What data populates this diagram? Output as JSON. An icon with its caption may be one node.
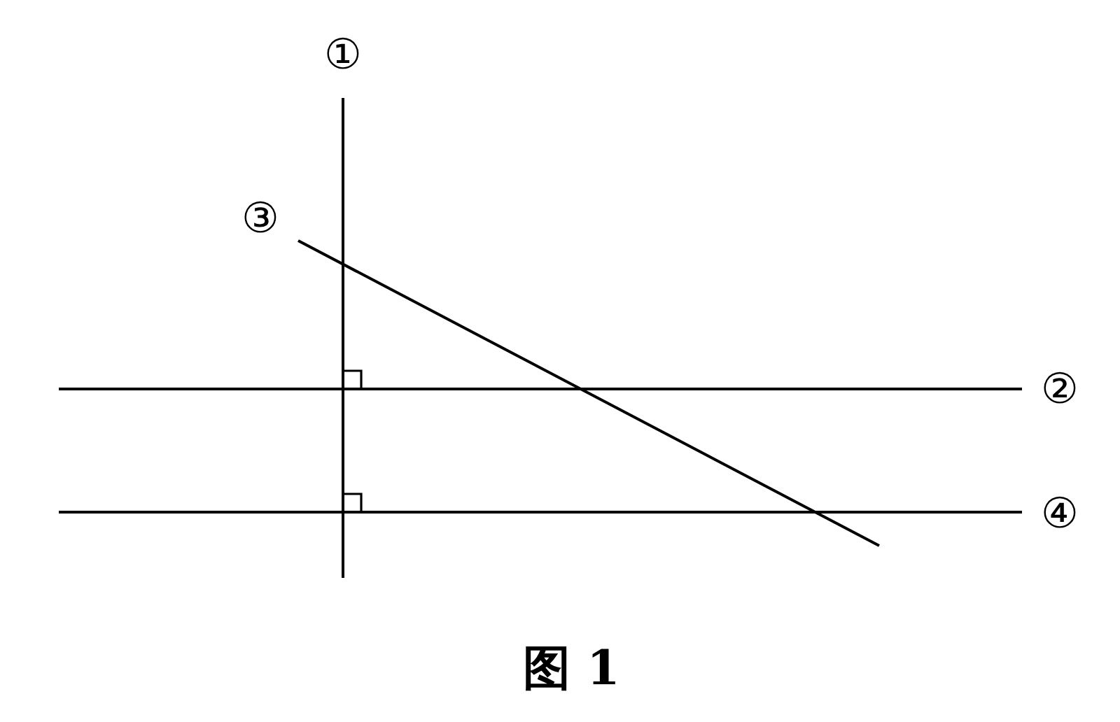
{
  "diagram": {
    "caption": "图 1",
    "labels": [
      "①",
      "③",
      "②",
      "④"
    ]
  }
}
